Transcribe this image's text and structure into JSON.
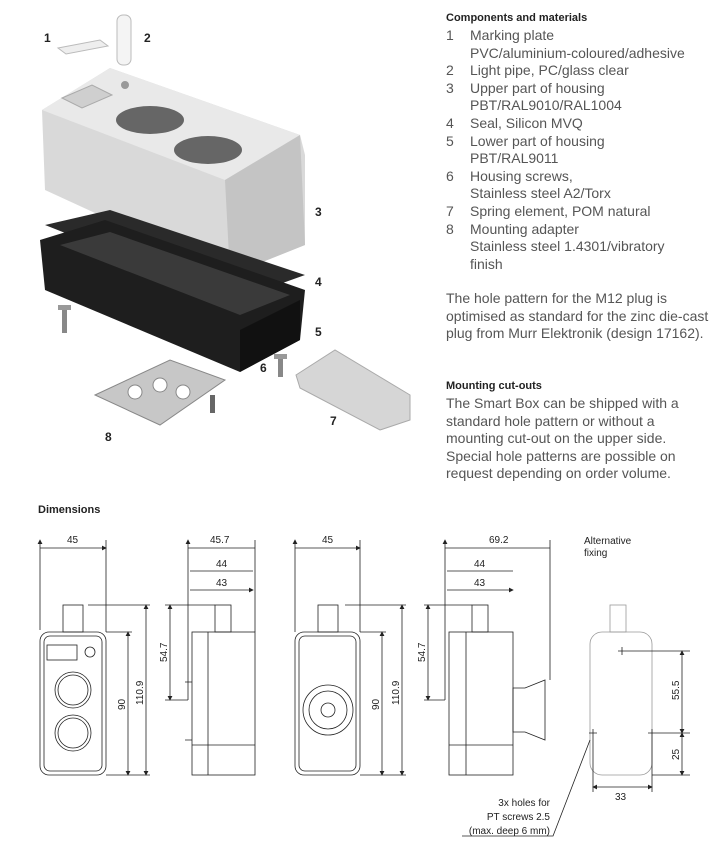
{
  "components": {
    "heading": "Components and materials",
    "items": [
      {
        "num": "1",
        "lines": [
          "Marking plate",
          "PVC/aluminium-coloured/adhesive"
        ]
      },
      {
        "num": "2",
        "lines": [
          "Light pipe, PC/glass clear"
        ]
      },
      {
        "num": "3",
        "lines": [
          "Upper part of housing",
          "PBT/RAL9010/RAL1004"
        ]
      },
      {
        "num": "4",
        "lines": [
          "Seal, Silicon MVQ"
        ]
      },
      {
        "num": "5",
        "lines": [
          "Lower part of housing",
          "PBT/RAL9011"
        ]
      },
      {
        "num": "6",
        "lines": [
          "Housing screws,",
          "Stainless steel A2/Torx"
        ]
      },
      {
        "num": "7",
        "lines": [
          "Spring element, POM natural"
        ]
      },
      {
        "num": "8",
        "lines": [
          "Mounting adapter",
          "Stainless steel 1.4301/vibratory",
          "finish"
        ]
      }
    ],
    "hole_pattern_text": "The hole pattern for the M12 plug is optimised as standard for the zinc die-cast plug from Murr Elektronik (design 17162)."
  },
  "mounting": {
    "heading": "Mounting cut-outs",
    "text": "The Smart Box can be shipped with a standard hole pattern or without a mounting cut-out on the upper side. Special hole patterns are possible on request depending on order volume."
  },
  "exploded_labels": [
    "1",
    "2",
    "3",
    "4",
    "5",
    "6",
    "7",
    "8"
  ],
  "dimensions": {
    "heading": "Dimensions",
    "view1": {
      "width": "45",
      "h1": "90",
      "h2": "110.9"
    },
    "view2": {
      "w1": "45.7",
      "w2": "44",
      "w3": "43",
      "h": "54.7"
    },
    "view3": {
      "width": "45",
      "h1": "90",
      "h2": "110.9"
    },
    "view4": {
      "w1": "69.2",
      "w2": "44",
      "w3": "43",
      "h": "54.7"
    },
    "view5": {
      "title_1": "Alternative",
      "title_2": "fixing",
      "v1": "55.5",
      "v2": "25",
      "hw": "33",
      "note": [
        "3x holes for",
        "PT screws 2.5",
        "(max. deep 6 mm)"
      ]
    }
  }
}
